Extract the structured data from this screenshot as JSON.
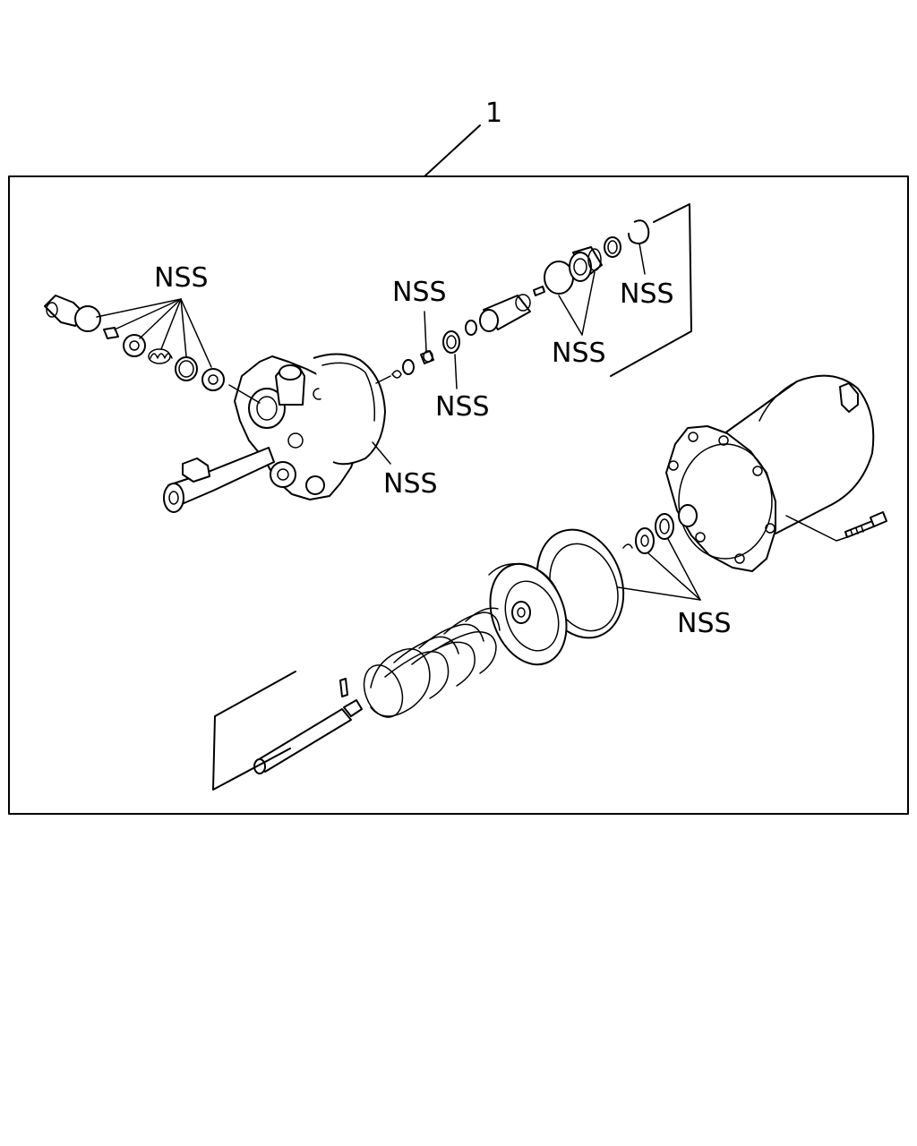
{
  "diagram": {
    "item_number": "1",
    "callouts": [
      {
        "id": "nss-left-small-parts",
        "text": "NSS"
      },
      {
        "id": "nss-valve-spring",
        "text": "NSS"
      },
      {
        "id": "nss-valve-seal",
        "text": "NSS"
      },
      {
        "id": "nss-housing-gasket",
        "text": "NSS"
      },
      {
        "id": "nss-piston-seals",
        "text": "NSS"
      },
      {
        "id": "nss-snap-ring",
        "text": "NSS"
      },
      {
        "id": "nss-lower-seals",
        "text": "NSS"
      }
    ]
  }
}
